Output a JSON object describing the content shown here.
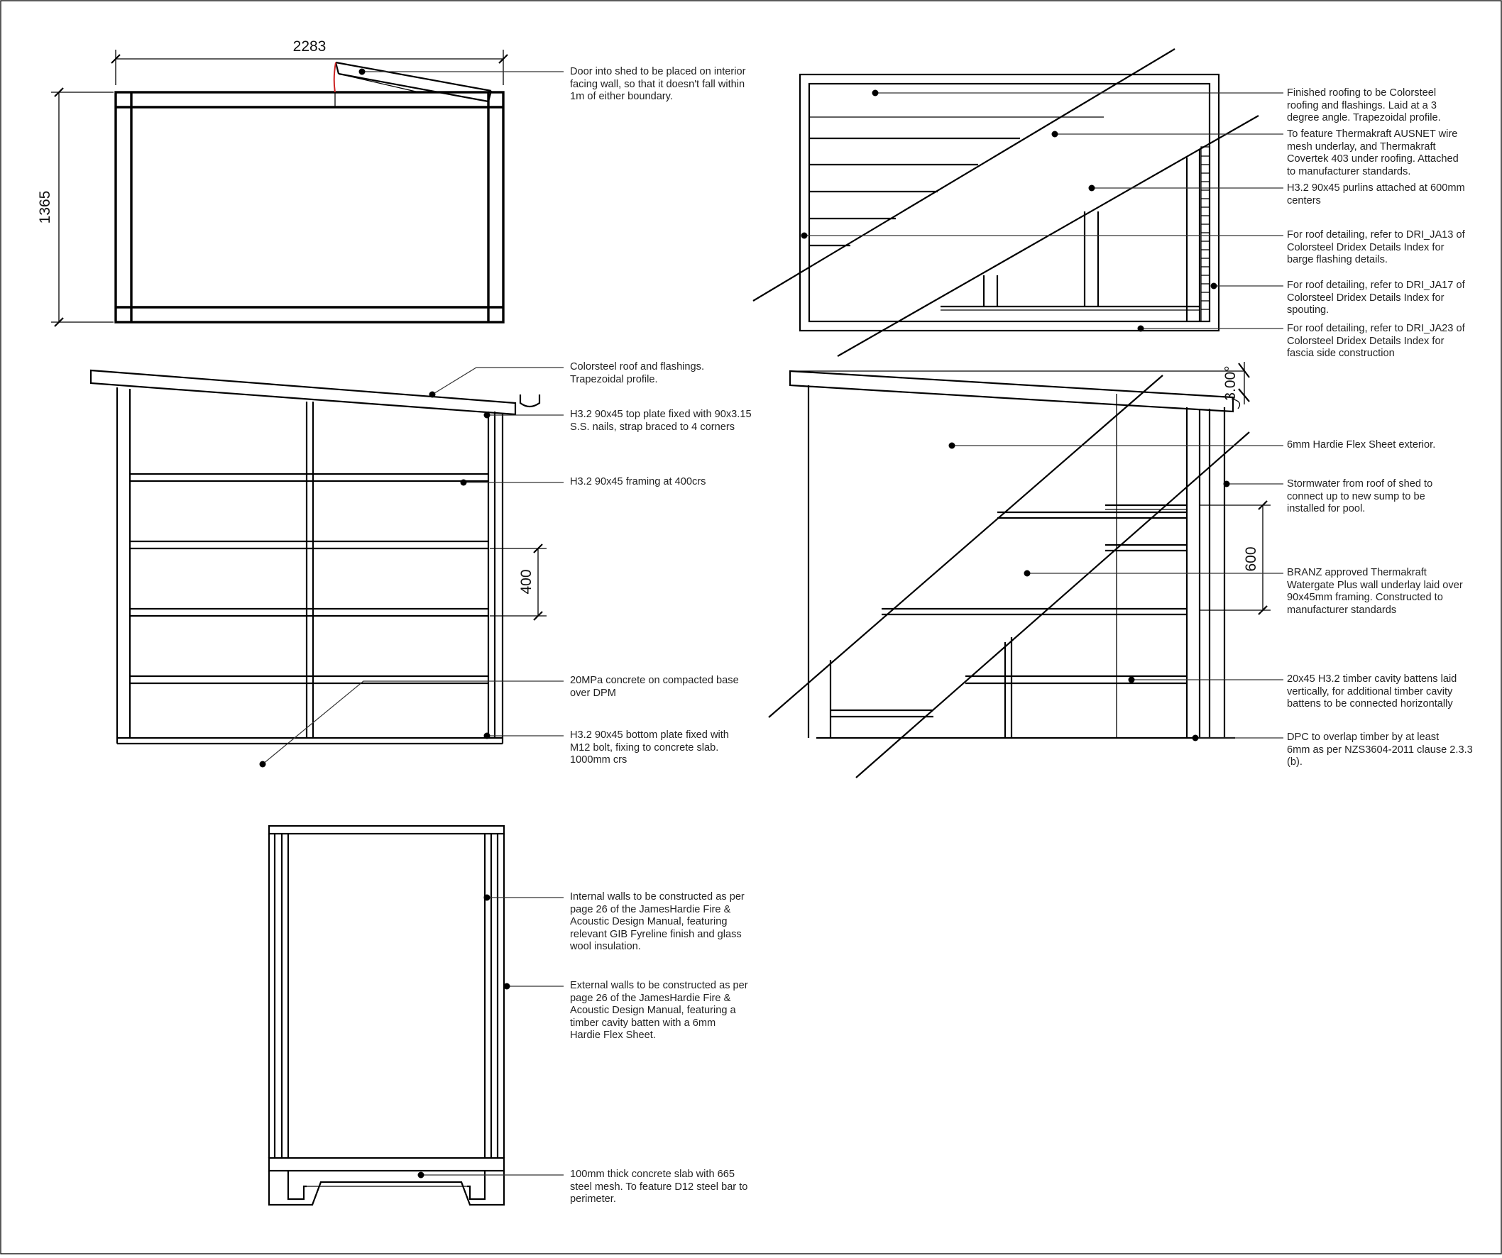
{
  "dimensions": {
    "plan_width": "2283",
    "plan_depth": "1365",
    "framing_spacing": "400",
    "batten_spacing": "600",
    "roof_angle": "3.00°"
  },
  "notes": {
    "door": "Door into shed to be placed on interior\nfacing wall, so that it doesn't fall within\n1m of either boundary.",
    "roof_colorsteel": "Colorsteel roof and flashings.\nTrapezoidal profile.",
    "top_plate": "H3.2 90x45 top plate fixed with 90x3.15\nS.S. nails, strap braced to 4 corners",
    "framing": "H3.2 90x45 framing at 400crs",
    "concrete": "20MPa concrete on compacted base\nover DPM",
    "bottom_plate": "H3.2 90x45 bottom plate fixed with\nM12 bolt, fixing to concrete slab.\n1000mm crs",
    "finished_roofing": "Finished roofing to be Colorsteel\nroofing and flashings. Laid at a 3\ndegree angle. Trapezoidal profile.",
    "underlay": "To feature Thermakraft AUSNET wire\nmesh underlay, and Thermakraft\nCovertek 403 under roofing. Attached\nto manufacturer standards.",
    "purlins": "H3.2 90x45 purlins attached at 600mm\ncenters",
    "roof_ja13": "For roof detailing, refer to DRI_JA13 of\nColorsteel Dridex Details Index for\nbarge flashing details.",
    "roof_ja17": "For roof detailing, refer to DRI_JA17 of\nColorsteel Dridex Details Index for\nspouting.",
    "roof_ja23": "For roof detailing, refer to DRI_JA23 of\nColorsteel Dridex Details Index for\nfascia side construction",
    "hardie_flex": "6mm Hardie Flex Sheet exterior.",
    "stormwater": "Stormwater from roof of shed to\nconnect up to new sump to be\ninstalled for pool.",
    "wall_underlay": "BRANZ approved Thermakraft\nWatergate Plus wall underlay laid over\n90x45mm framing. Constructed to\nmanufacturer standards",
    "cavity_battens": "20x45 H3.2 timber cavity battens laid\nvertically, for additional timber cavity\nbattens to be connected horizontally",
    "dpc": "DPC to overlap timber by at least\n6mm as per NZS3604-2011 clause 2.3.3\n(b).",
    "internal_walls": "Internal walls to be constructed as per\npage 26 of the JamesHardie Fire &\nAcoustic Design Manual, featuring\nrelevant GIB Fyreline finish and glass\nwool insulation.",
    "external_walls": "External walls to be constructed as per\npage 26 of the JamesHardie Fire &\nAcoustic Design Manual, featuring a\ntimber cavity batten with a 6mm\nHardie Flex Sheet.",
    "slab": "100mm thick concrete slab with 665\nsteel mesh. To feature D12 steel bar to\nperimeter."
  },
  "colors": {
    "line": "#000000",
    "door_swing": "#cc2222",
    "text": "#222222"
  }
}
